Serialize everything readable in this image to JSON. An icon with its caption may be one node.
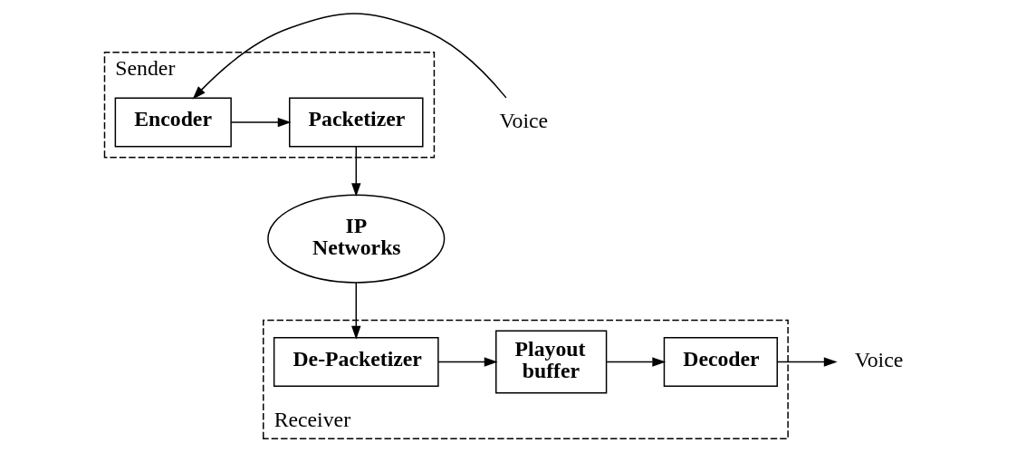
{
  "diagram": {
    "nodes": [
      {
        "text": [
          "Sender"
        ]
      },
      {
        "text": [
          "Encoder"
        ],
        "in": 0
      },
      {
        "text": [
          "Packetizer"
        ],
        "in": 0
      },
      {
        "text": [
          "IP Networks"
        ]
      },
      {
        "text": [
          "Receiver"
        ]
      },
      {
        "text": [
          "De-Packetizer"
        ],
        "in": 4
      },
      {
        "text": [
          "Playout buffer"
        ],
        "in": 4
      },
      {
        "text": [
          "Decoder"
        ],
        "in": 4
      },
      {
        "text": [
          "Voice"
        ]
      },
      {
        "text": [
          "Voice"
        ]
      }
    ],
    "edges": [
      {
        "from": 8,
        "to": 1,
        "arrow": "to"
      },
      {
        "from": 1,
        "to": 2,
        "arrow": "to"
      },
      {
        "from": 2,
        "to": 3,
        "arrow": "to"
      },
      {
        "from": 3,
        "to": 5,
        "arrow": "to"
      },
      {
        "from": 5,
        "to": 6,
        "arrow": "to"
      },
      {
        "from": 6,
        "to": 7,
        "arrow": "to"
      },
      {
        "from": 7,
        "to": 9,
        "arrow": "to"
      }
    ]
  }
}
